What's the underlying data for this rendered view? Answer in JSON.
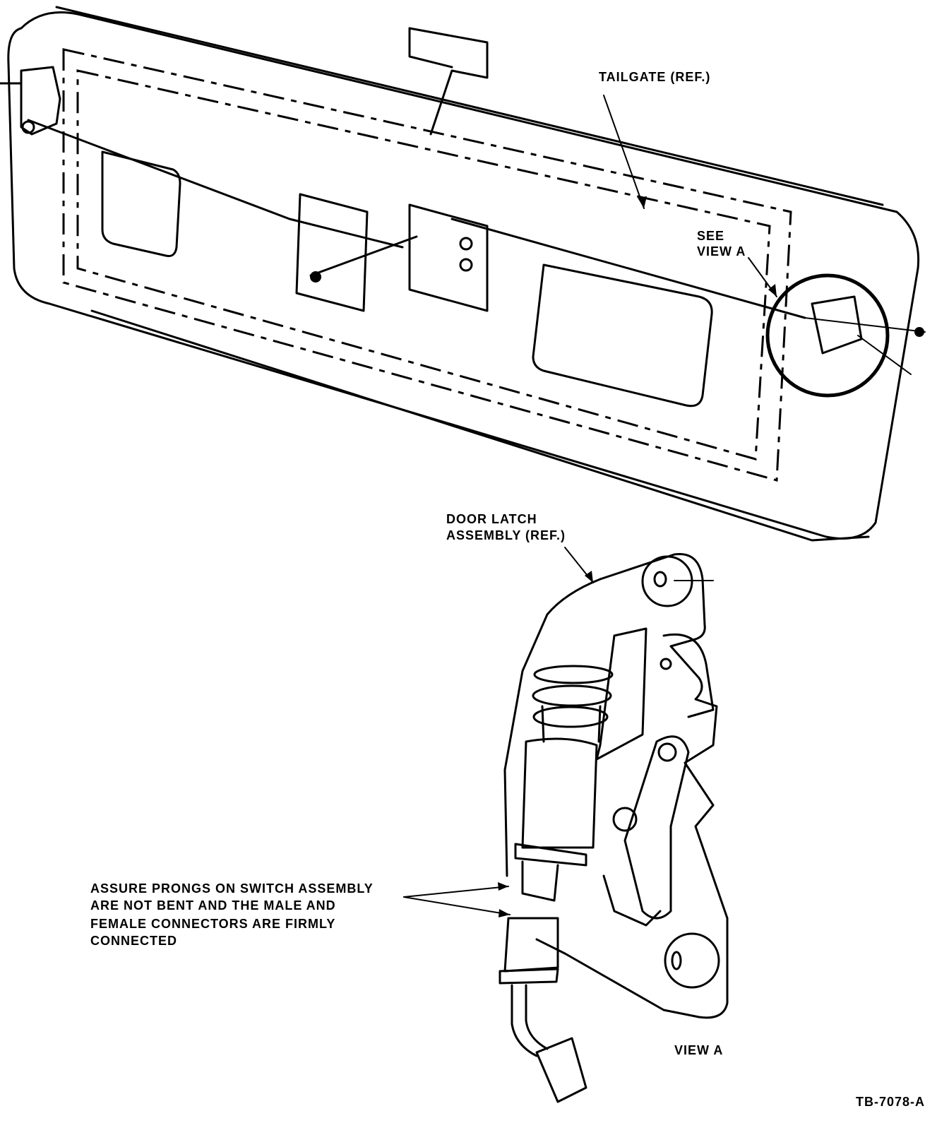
{
  "labels": {
    "tailgate": "TAILGATE (REF.)",
    "see_view_a_line1": "SEE",
    "see_view_a_line2": "VIEW A",
    "door_latch_line1": "DOOR LATCH",
    "door_latch_line2": "ASSEMBLY (REF.)",
    "note_line1": "ASSURE PRONGS ON SWITCH ASSEMBLY",
    "note_line2": "ARE NOT BENT AND THE MALE AND",
    "note_line3": "FEMALE CONNECTORS ARE FIRMLY",
    "note_line4": "CONNECTED",
    "view_a": "VIEW A",
    "figure_id": "TB-7078-A"
  },
  "colors": {
    "ink": "#000000",
    "paper": "#ffffff"
  }
}
